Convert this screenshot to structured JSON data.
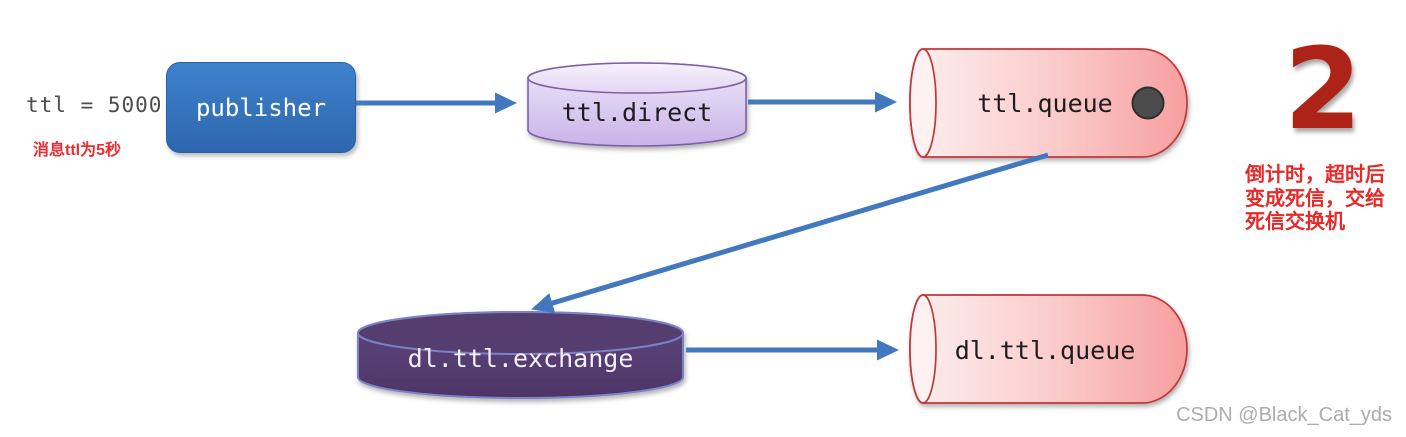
{
  "annotation": {
    "ttl_code": "ttl = 5000",
    "ttl_caption": "消息ttl为5秒"
  },
  "nodes": {
    "publisher": {
      "label": "publisher",
      "fill": "#3576bf"
    },
    "ttl_exchange": {
      "label": "ttl.direct",
      "fill": "#d9c8ef",
      "stroke": "#7d5fa5"
    },
    "ttl_queue": {
      "label": "ttl.queue",
      "fill": "#f9a8a8",
      "stroke": "#c0393b"
    },
    "dl_exchange": {
      "label": "dl.ttl.exchange",
      "fill": "#57406f",
      "stroke": "#7b82c6"
    },
    "dl_queue": {
      "label": "dl.ttl.queue",
      "fill": "#f9a8a8",
      "stroke": "#c0393b"
    }
  },
  "edges": [
    {
      "from": "publisher",
      "to": "ttl.direct"
    },
    {
      "from": "ttl.direct",
      "to": "ttl.queue"
    },
    {
      "from": "ttl.queue",
      "to": "dl.ttl.exchange"
    },
    {
      "from": "dl.ttl.exchange",
      "to": "dl.ttl.queue"
    }
  ],
  "step": {
    "number": "2",
    "note_lines": [
      "倒计时，超时后",
      "变成死信，交给",
      "死信交换机"
    ]
  },
  "icons": {
    "ttl_queue_dot": "filled-circle"
  },
  "colors": {
    "arrow": "#4178be",
    "step_red": "#ae2318",
    "annotation_red": "#ea2f33",
    "code_gray": "#4d4d4d",
    "watermark_gray": "#acacac",
    "dot_fill": "#4c4c4c"
  },
  "watermark": "CSDN @Black_Cat_yds"
}
